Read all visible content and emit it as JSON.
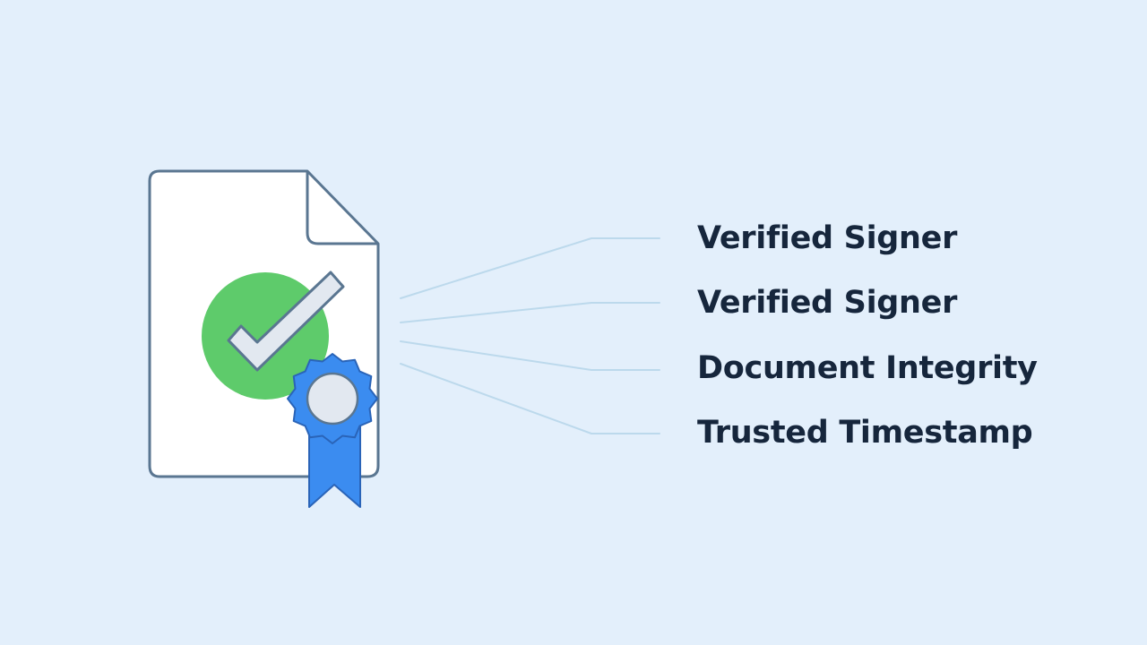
{
  "colors": {
    "background": "#e3effb",
    "document_fill": "#ffffff",
    "document_stroke": "#5a7691",
    "check_circle": "#5ecb6b",
    "check_mark": "#e2e8f0",
    "badge_blue": "#3b8cf0",
    "connector": "#bcd9ec",
    "label_text": "#16263c"
  },
  "icons": {
    "document": "document-icon",
    "check": "check-circle-icon",
    "badge": "award-ribbon-icon"
  },
  "features": [
    {
      "label": "Verified Signer"
    },
    {
      "label": "Verified Signer"
    },
    {
      "label": "Document Integrity"
    },
    {
      "label": "Trusted Timestamp"
    }
  ]
}
